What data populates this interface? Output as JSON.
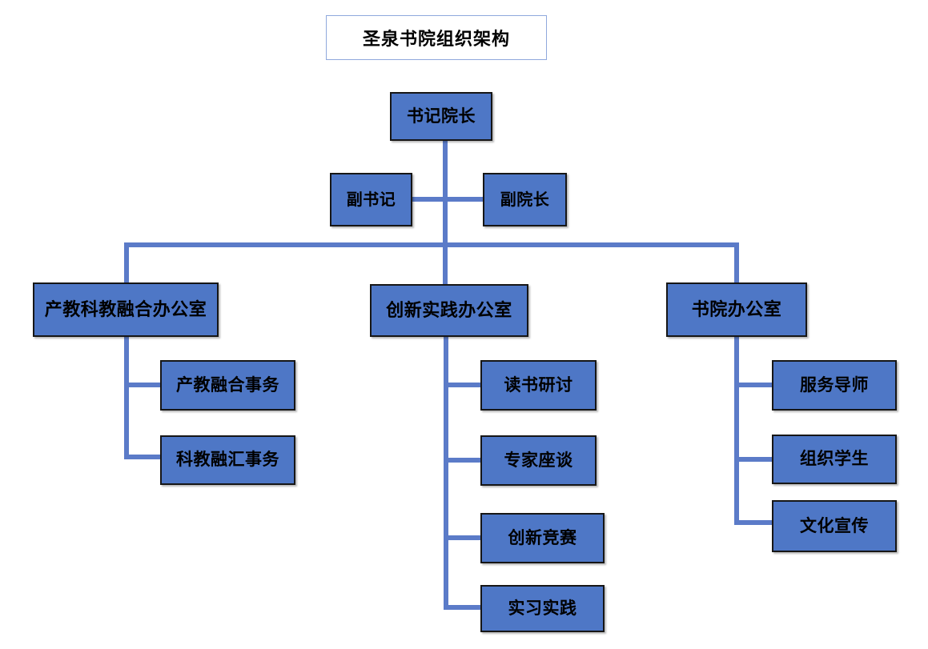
{
  "chart_title": "圣泉书院组织架构",
  "colors": {
    "node_fill": "#4E77C6",
    "node_border": "#161616",
    "connector": "#5B7BC8",
    "title_border": "#8FA8DC",
    "canvas": "#FFFFFF"
  },
  "nodes": {
    "title": "圣泉书院组织架构",
    "head": "书记院长",
    "deputy_secretary": "副书记",
    "deputy_dean": "副院长",
    "dept_left": "产教科教融合办公室",
    "dept_middle": "创新实践办公室",
    "dept_right": "书院办公室",
    "left_children": [
      "产教融合事务",
      "科教融汇事务"
    ],
    "middle_children": [
      "读书研讨",
      "专家座谈",
      "创新竞赛",
      "实习实践"
    ],
    "right_children": [
      "服务导师",
      "组织学生",
      "文化宣传"
    ]
  },
  "chart_data": {
    "type": "diagram",
    "diagram_kind": "organization-chart",
    "title": "圣泉书院组织架构",
    "orientation": "top-down",
    "levels": [
      {
        "level": 1,
        "items": [
          "书记院长"
        ]
      },
      {
        "level": 2,
        "items": [
          "副书记",
          "副院长"
        ]
      },
      {
        "level": 3,
        "items": [
          "产教科教融合办公室",
          "创新实践办公室",
          "书院办公室"
        ]
      },
      {
        "level": 4,
        "items": [
          "产教融合事务",
          "科教融汇事务",
          "读书研讨",
          "专家座谈",
          "创新竞赛",
          "实习实践",
          "服务导师",
          "组织学生",
          "文化宣传"
        ]
      }
    ],
    "edges": [
      {
        "from": "书记院长",
        "to": "副书记"
      },
      {
        "from": "书记院长",
        "to": "副院长"
      },
      {
        "from": "书记院长",
        "to": "产教科教融合办公室"
      },
      {
        "from": "书记院长",
        "to": "创新实践办公室"
      },
      {
        "from": "书记院长",
        "to": "书院办公室"
      },
      {
        "from": "产教科教融合办公室",
        "to": "产教融合事务"
      },
      {
        "from": "产教科教融合办公室",
        "to": "科教融汇事务"
      },
      {
        "from": "创新实践办公室",
        "to": "读书研讨"
      },
      {
        "from": "创新实践办公室",
        "to": "专家座谈"
      },
      {
        "from": "创新实践办公室",
        "to": "创新竞赛"
      },
      {
        "from": "创新实践办公室",
        "to": "实习实践"
      },
      {
        "from": "书院办公室",
        "to": "服务导师"
      },
      {
        "from": "书院办公室",
        "to": "组织学生"
      },
      {
        "from": "书院办公室",
        "to": "文化宣传"
      }
    ]
  }
}
